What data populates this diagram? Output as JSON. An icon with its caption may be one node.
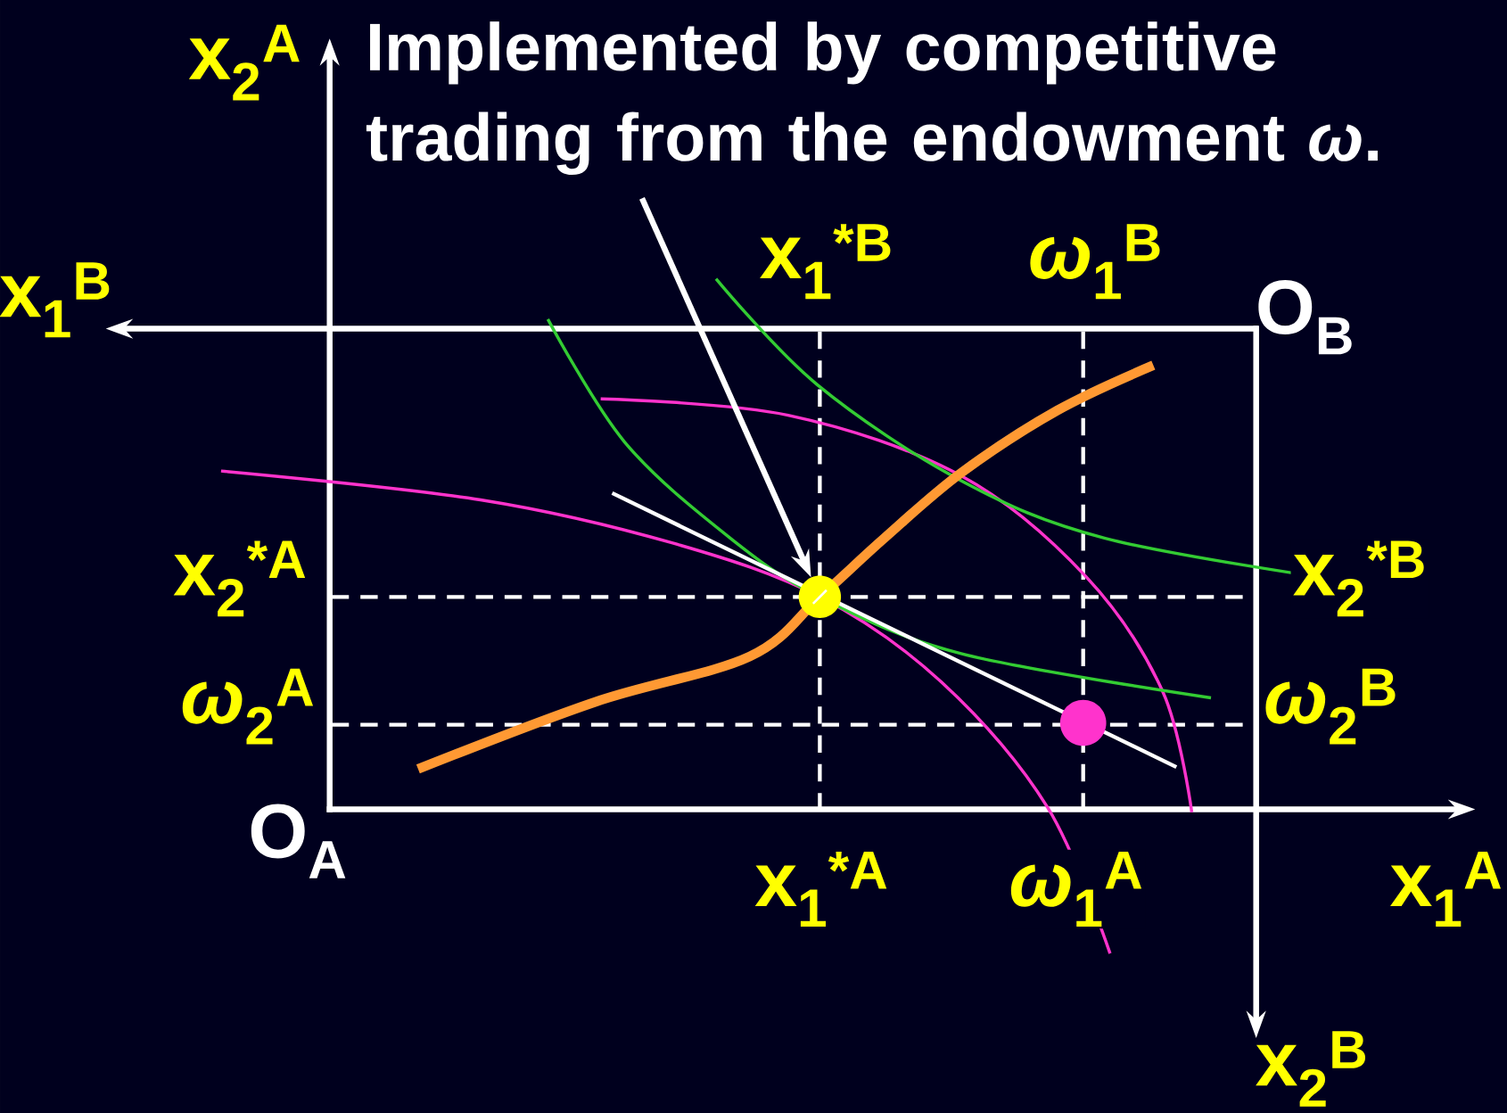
{
  "diagram": {
    "nodes": [
      {
        "text": [
          "Implemented by competitive trading from the endowment *ω*."
        ]
      },
      {
        "text": [],
        "shape": "circle"
      }
    ],
    "edges": [
      {
        "from": 0,
        "to": 1,
        "arrow": "to"
      }
    ],
    "labels": [
      "x$_{2}$$^{A}$",
      "x$_{1}$$^{*B}$",
      "*ω*$_{1}$$^{B}$",
      "x$_{1}$$^{B}$",
      "O$_{B}$",
      "x$_{2}$$^{*A}$",
      "x$_{2}$$^{*B}$",
      "*ω*$_{2}$$^{A}$",
      "*ω*$_{2}$$^{B}$",
      "O$_{A}$",
      "x$_{1}$$^{*A}$",
      "*ω*$_{1}$$^{A}$",
      "x$_{1}$$^{A}$",
      "x$_{2}$$^{B}$"
    ]
  }
}
